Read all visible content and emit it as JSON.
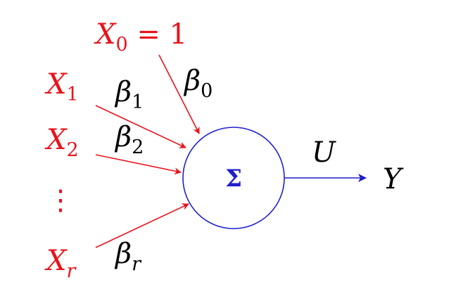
{
  "colors": {
    "inputs": "#e8141b",
    "weights": "#000000",
    "node": "#1f1fcc",
    "output_arrow": "#1f1fcc",
    "output_text": "#000000",
    "background": "#ffffff"
  },
  "inputs": [
    {
      "symbol": "X",
      "sub": "0",
      "suffix": " = 1"
    },
    {
      "symbol": "X",
      "sub": "1",
      "suffix": ""
    },
    {
      "symbol": "X",
      "sub": "2",
      "suffix": ""
    },
    {
      "symbol": "⋮",
      "sub": "",
      "suffix": ""
    },
    {
      "symbol": "X",
      "sub": "r",
      "suffix": ""
    }
  ],
  "weights": [
    {
      "symbol": "β",
      "sub": "0"
    },
    {
      "symbol": "β",
      "sub": "1"
    },
    {
      "symbol": "β",
      "sub": "2"
    },
    {
      "symbol": "β",
      "sub": "r"
    }
  ],
  "node": {
    "label": "Σ"
  },
  "output": {
    "edge_label": "U",
    "target_label": "Y"
  }
}
